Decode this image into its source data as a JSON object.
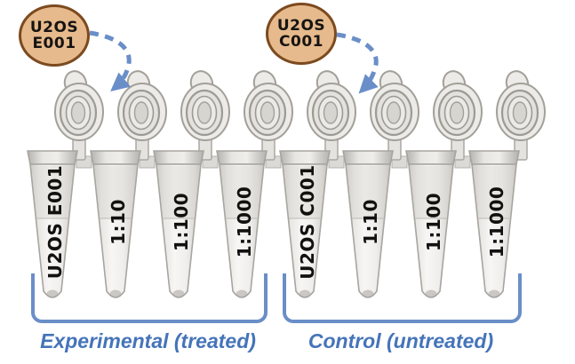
{
  "diagram": {
    "badges": [
      {
        "line1": "U2OS",
        "line2": "E001"
      },
      {
        "line1": "U2OS",
        "line2": "C001"
      }
    ],
    "tubes": [
      {
        "label": "U2OS E001"
      },
      {
        "label": "1:10"
      },
      {
        "label": "1:100"
      },
      {
        "label": "1:1000"
      },
      {
        "label": "U2OS C001"
      },
      {
        "label": "1:10"
      },
      {
        "label": "1:100"
      },
      {
        "label": "1:1000"
      }
    ],
    "groups": [
      {
        "label": "Experimental (treated)"
      },
      {
        "label": "Control (untreated)"
      }
    ],
    "colors": {
      "badge_fill": "#e6ba8c",
      "badge_border": "#7c4a1f",
      "accent_blue": "#6a8ec8",
      "caption_blue": "#4574b9"
    }
  }
}
